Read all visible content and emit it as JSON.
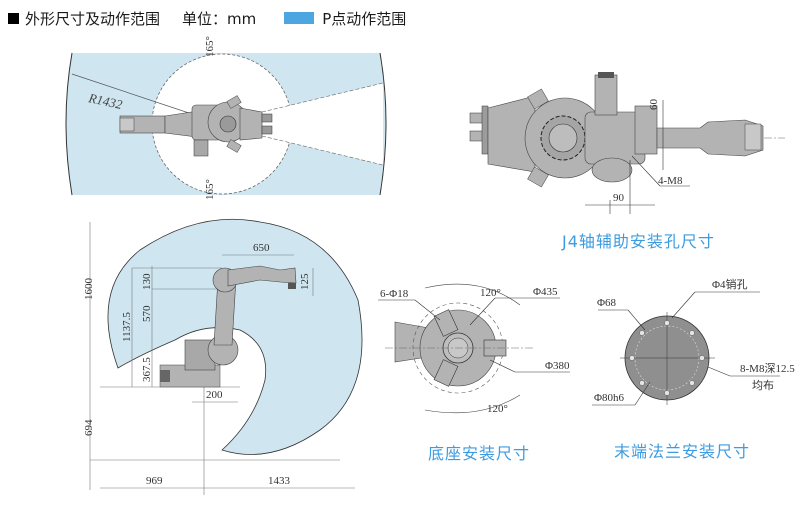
{
  "header": {
    "title": "外形尺寸及动作范围",
    "unit_label": "单位：mm",
    "legend_label": "P点动作范围",
    "legend_color": "#4da6e0"
  },
  "colors": {
    "range_fill": "#cfe6f0",
    "robot_fill": "#b3b3b3",
    "caption": "#3d9be0"
  },
  "top_view": {
    "radius_label": "R1432",
    "angle_top": "165°",
    "angle_bottom": "165°"
  },
  "j4_view": {
    "caption": "J4轴辅助安装孔尺寸",
    "dim_60": "60",
    "dim_90": "90",
    "hole_label": "4-M8"
  },
  "side_view": {
    "dim_650": "650",
    "dim_125": "125",
    "dim_130": "130",
    "dim_570": "570",
    "dim_1137_5": "1137.5",
    "dim_367_5": "367.5",
    "dim_1600": "1600",
    "dim_694": "694",
    "dim_200": "200",
    "dim_969": "969",
    "dim_1433": "1433"
  },
  "base_view": {
    "caption": "底座安装尺寸",
    "holes": "6-Φ18",
    "dia_outer": "Φ435",
    "dia_inner": "Φ380",
    "angle_top": "120°",
    "angle_bottom": "120°"
  },
  "flange_view": {
    "caption": "末端法兰安装尺寸",
    "dia_68": "Φ68",
    "pin_hole": "Φ4销孔",
    "dia_80": "Φ80h6",
    "thread": "8-M8深12.5",
    "thread_note": "均布"
  }
}
